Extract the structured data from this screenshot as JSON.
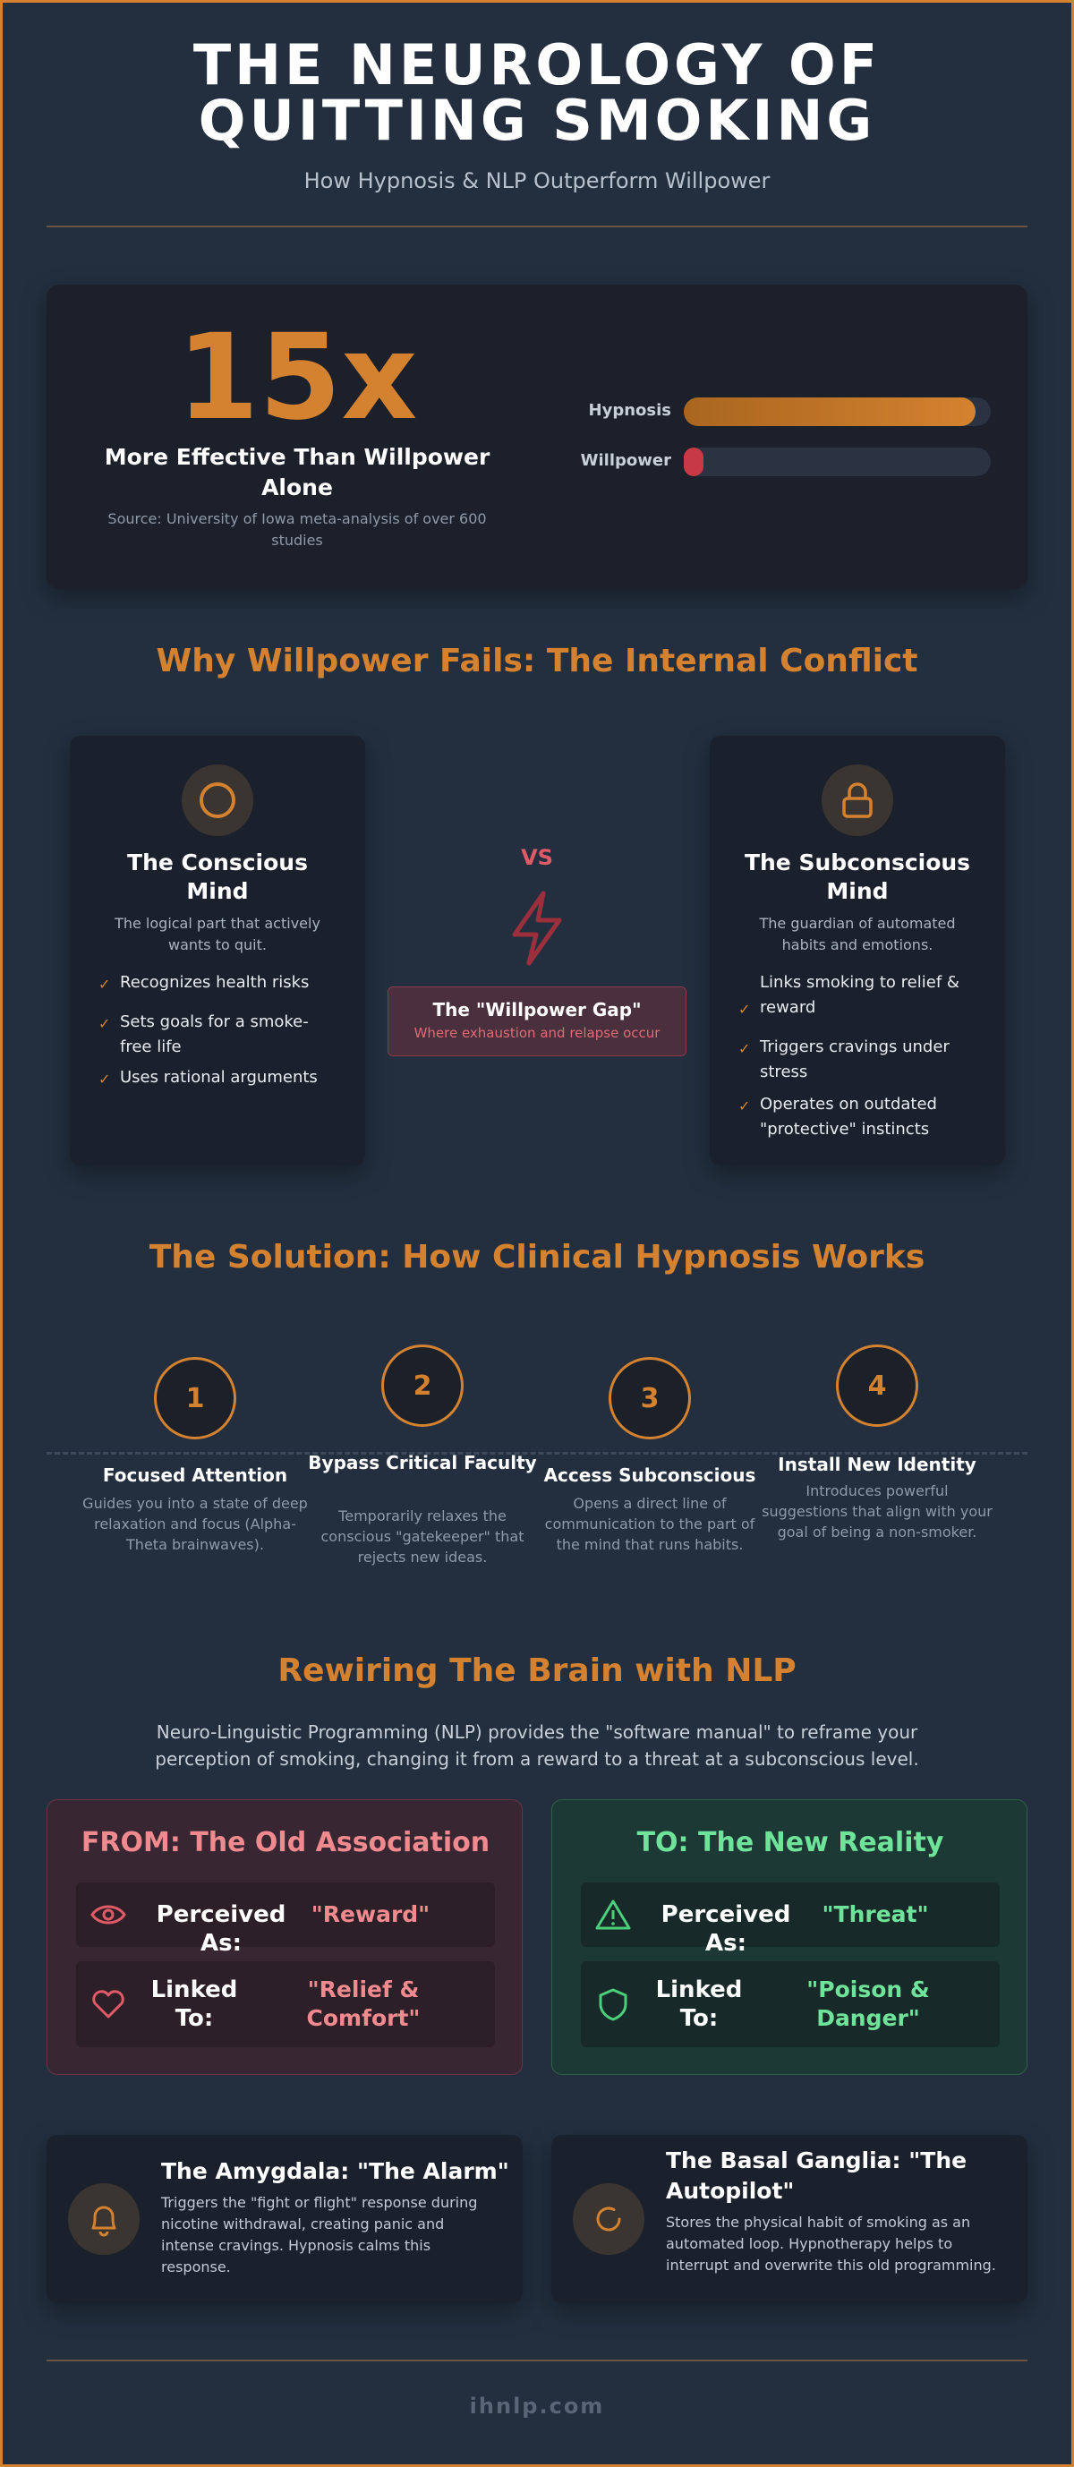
{
  "header": {
    "title_line1": "THE NEUROLOGY OF",
    "title_line2": "QUITTING SMOKING",
    "subtitle": "How Hypnosis & NLP Outperform Willpower"
  },
  "stat": {
    "number": "15x",
    "label": "More Effective Than Willpower Alone",
    "source": "Source: University of Iowa meta-analysis of over 600 studies",
    "bars": [
      {
        "label": "Hypnosis",
        "value": 0.95,
        "color": "#d4822f"
      },
      {
        "label": "Willpower",
        "value": 0.065,
        "color": "#c73a45"
      }
    ]
  },
  "conflict": {
    "heading": "Why Willpower Fails: The Internal Conflict",
    "vs": "VS",
    "gap_title": "The \"Willpower Gap\"",
    "gap_sub": "Where exhaustion and relapse occur",
    "conscious": {
      "icon": "circle-icon",
      "title": "The Conscious Mind",
      "desc": "The logical part that actively wants to quit.",
      "items": [
        "Recognizes health risks",
        "Sets goals for a smoke-free life",
        "Uses rational arguments"
      ]
    },
    "subconscious": {
      "icon": "lock-icon",
      "title": "The Subconscious Mind",
      "desc": "The guardian of automated habits and emotions.",
      "items": [
        "Links smoking to relief & reward",
        "Triggers cravings under stress",
        "Operates on outdated \"protective\" instincts"
      ]
    }
  },
  "solution": {
    "heading": "The Solution: How Clinical Hypnosis Works",
    "steps": [
      {
        "num": "1",
        "title": "Focused Attention",
        "desc": "Guides you into a state of deep relaxation and focus (Alpha-Theta brainwaves)."
      },
      {
        "num": "2",
        "title": "Bypass Critical Faculty",
        "desc": "Temporarily relaxes the conscious \"gatekeeper\" that rejects new ideas."
      },
      {
        "num": "3",
        "title": "Access Subconscious",
        "desc": "Opens a direct line of communication to the part of the mind that runs habits."
      },
      {
        "num": "4",
        "title": "Install New Identity",
        "desc": "Introduces powerful suggestions that align with your goal of being a non-smoker."
      }
    ]
  },
  "nlp": {
    "heading": "Rewiring The Brain with NLP",
    "intro": "Neuro-Linguistic Programming (NLP) provides the \"software manual\" to reframe your perception of smoking, changing it from a reward to a threat at a subconscious level.",
    "from": {
      "title": "FROM: The Old Association",
      "rows": [
        {
          "icon": "eye-icon",
          "label": "Perceived As:",
          "value": "\"Reward\""
        },
        {
          "icon": "heart-icon",
          "label": "Linked To:",
          "value": "\"Relief & Comfort\""
        }
      ]
    },
    "to": {
      "title": "TO: The New Reality",
      "rows": [
        {
          "icon": "warning-icon",
          "label": "Perceived As:",
          "value": "\"Threat\""
        },
        {
          "icon": "shield-icon",
          "label": "Linked To:",
          "value": "\"Poison & Danger\""
        }
      ]
    }
  },
  "brain": [
    {
      "icon": "bell-icon",
      "title": "The Amygdala: \"The Alarm\"",
      "desc": "Triggers the \"fight or flight\" response during nicotine withdrawal, creating panic and intense cravings. Hypnosis calms this response."
    },
    {
      "icon": "refresh-icon",
      "title": "The Basal Ganglia: \"The Autopilot\"",
      "desc": "Stores the physical habit of smoking as an automated loop. Hypnotherapy helps to interrupt and overwrite this old programming."
    }
  ],
  "footer": {
    "site": "ihnlp.com"
  },
  "colors": {
    "accent": "#d4822f",
    "danger": "#e05a68",
    "success": "#6fe39a",
    "background": "#232f3f"
  }
}
